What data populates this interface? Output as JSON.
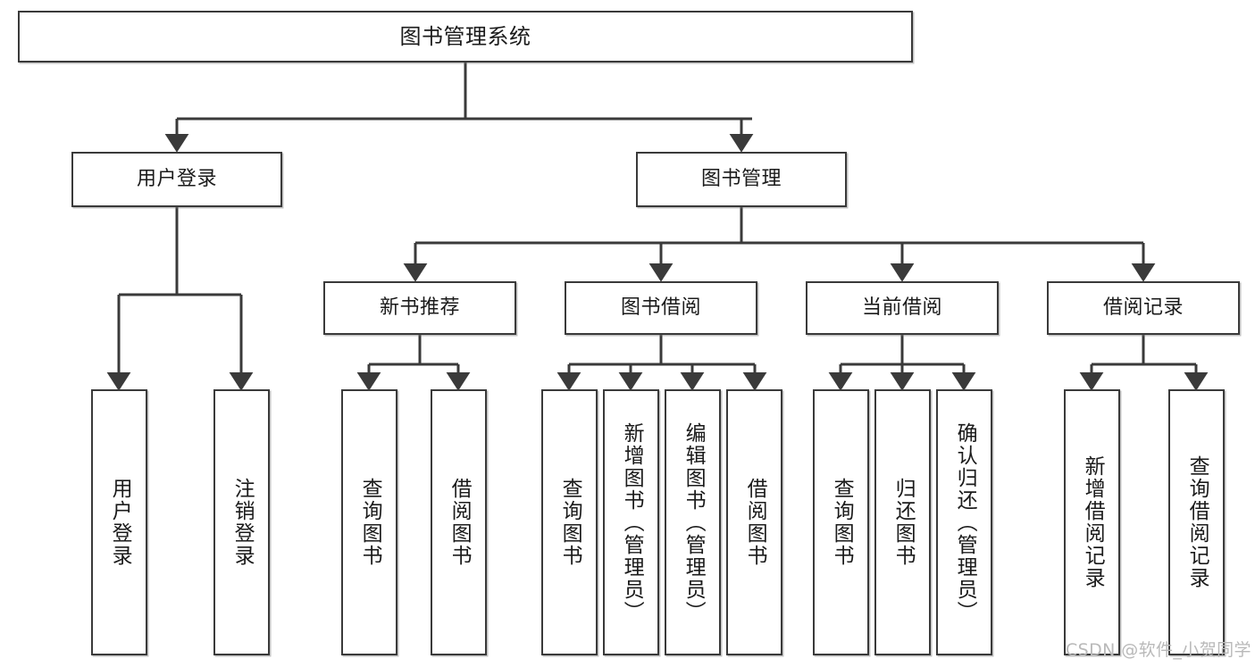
{
  "diagram": {
    "title": "图书管理系统",
    "watermark": "CSDN @软件_小贺同学",
    "line_color": "#3a3a3a",
    "text_color": "#1b1b1b",
    "background": "#ffffff",
    "watermark_color": "#b9b9b9"
  },
  "nodes": {
    "root": {
      "label": "图书管理系统"
    },
    "level2": [
      {
        "label": "用户登录"
      },
      {
        "label": "图书管理"
      }
    ],
    "level3": [
      {
        "label": "新书推荐"
      },
      {
        "label": "图书借阅"
      },
      {
        "label": "当前借阅"
      },
      {
        "label": "借阅记录"
      }
    ],
    "leaves": {
      "user_login": [
        {
          "label": "用户登录"
        },
        {
          "label": "注销登录"
        }
      ],
      "new_book": [
        {
          "label": "查询图书"
        },
        {
          "label": "借阅图书"
        }
      ],
      "book_borrow": [
        {
          "label": "查询图书"
        },
        {
          "label": "新增图书（管理员）"
        },
        {
          "label": "编辑图书（管理员）"
        },
        {
          "label": "借阅图书"
        }
      ],
      "current_borrow": [
        {
          "label": "查询图书"
        },
        {
          "label": "归还图书"
        },
        {
          "label": "确认归还（管理员）"
        }
      ],
      "borrow_record": [
        {
          "label": "新增借阅记录"
        },
        {
          "label": "查询借阅记录"
        }
      ]
    }
  }
}
